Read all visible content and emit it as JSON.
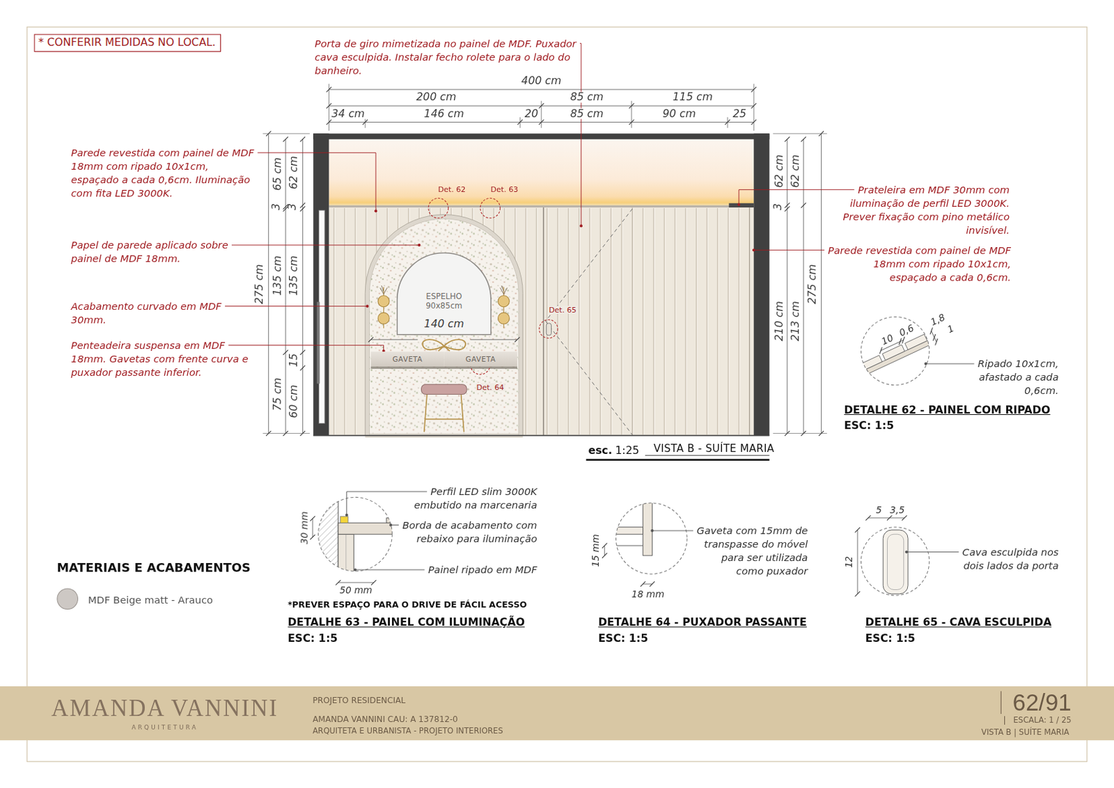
{
  "diagram": {
    "nodes": [
      {
        "text": [
          "* CONFERIR MEDIDAS NO LOCAL."
        ]
      },
      {
        "text": [
          "ESPELHO 90x85cm"
        ]
      },
      {
        "text": [
          "GAVETA"
        ]
      },
      {
        "text": [
          "GAVETA"
        ]
      },
      {
        "text": [
          "AMANDA VANNINI",
          "ARQUITETURA",
          "PROJETO RESIDENCIAL",
          "AMANDA VANNINI CAU: A 137812-0",
          "ARQUITETA E URBANISTA - PROJETO INTERIORES",
          "62/91",
          "ESCALA: 1 / 25",
          "VISTA B | SUÍTE MARIA"
        ]
      }
    ],
    "labels": [
      "400 cm",
      "200 cm",
      "85 cm",
      "115 cm",
      "34 cm",
      "146 cm",
      "20",
      "85 cm",
      "90 cm",
      "25",
      "Porta de giro mimetizada no painel de MDF. Puxador cava esculpida. Instalar fecho rolete para o lado do banheiro.",
      "Parede revestida com painel de MDF 18mm com ripado 10x1cm, espaçado a cada 0,6cm. Iluminação com fita LED 3000K.",
      "Papel de parede aplicado sobre painel de MDF 18mm.",
      "Acabamento curvado em MDF 30mm.",
      "Penteadeira suspensa em MDF 18mm. Gavetas com frente curva e puxador passante inferior.",
      "65 cm",
      "62 cm",
      "3",
      "3",
      "275 cm",
      "135 cm",
      "135 cm",
      "15",
      "75 cm",
      "60 cm",
      "Det. 62",
      "Det. 63",
      "Det. 65",
      "Det. 64",
      "140 cm",
      "62 cm",
      "62 cm",
      "3",
      "275 cm",
      "210 cm",
      "213 cm",
      "Prateleira em MDF 30mm com iluminação de perfil LED 3000K. Prever fixação com pino metálico invisível.",
      "Parede revestida com painel de MDF 18mm com ripado 10x1cm, espaçado a cada 0,6cm.",
      "esc.",
      "1:25",
      "VISTA B - SUÍTE MARIA",
      "10",
      "0,6",
      "1,8",
      "1",
      "Ripado 10x1cm, afastado a cada 0,6cm.",
      "DETALHE 62 - PAINEL COM RIPADO",
      "ESC: 1:5",
      "Perfil LED slim 3000K embutido na marcenaria",
      "Borda de acabamento com rebaixo para iluminação",
      "Painel ripado em MDF",
      "30 mm",
      "50 mm",
      "*PREVER ESPAÇO PARA O DRIVE DE FÁCIL ACESSO",
      "DETALHE 63 - PAINEL COM ILUMINAÇÃO",
      "ESC: 1:5",
      "Gaveta com 15mm de transpasse do móvel para ser utilizada como puxador",
      "15 mm",
      "18 mm",
      "DETALHE 64 - PUXADOR PASSANTE",
      "ESC: 1:5",
      "5",
      "3,5",
      "12",
      "Cava esculpida nos dois lados da porta",
      "DETALHE 65 - CAVA ESCULPIDA",
      "ESC: 1:5",
      "MATERIAIS E ACABAMENTOS"
    ],
    "legend": [
      {
        "text": "MDF Beige matt - Arauco",
        "color": "#cdc8c4"
      }
    ]
  }
}
